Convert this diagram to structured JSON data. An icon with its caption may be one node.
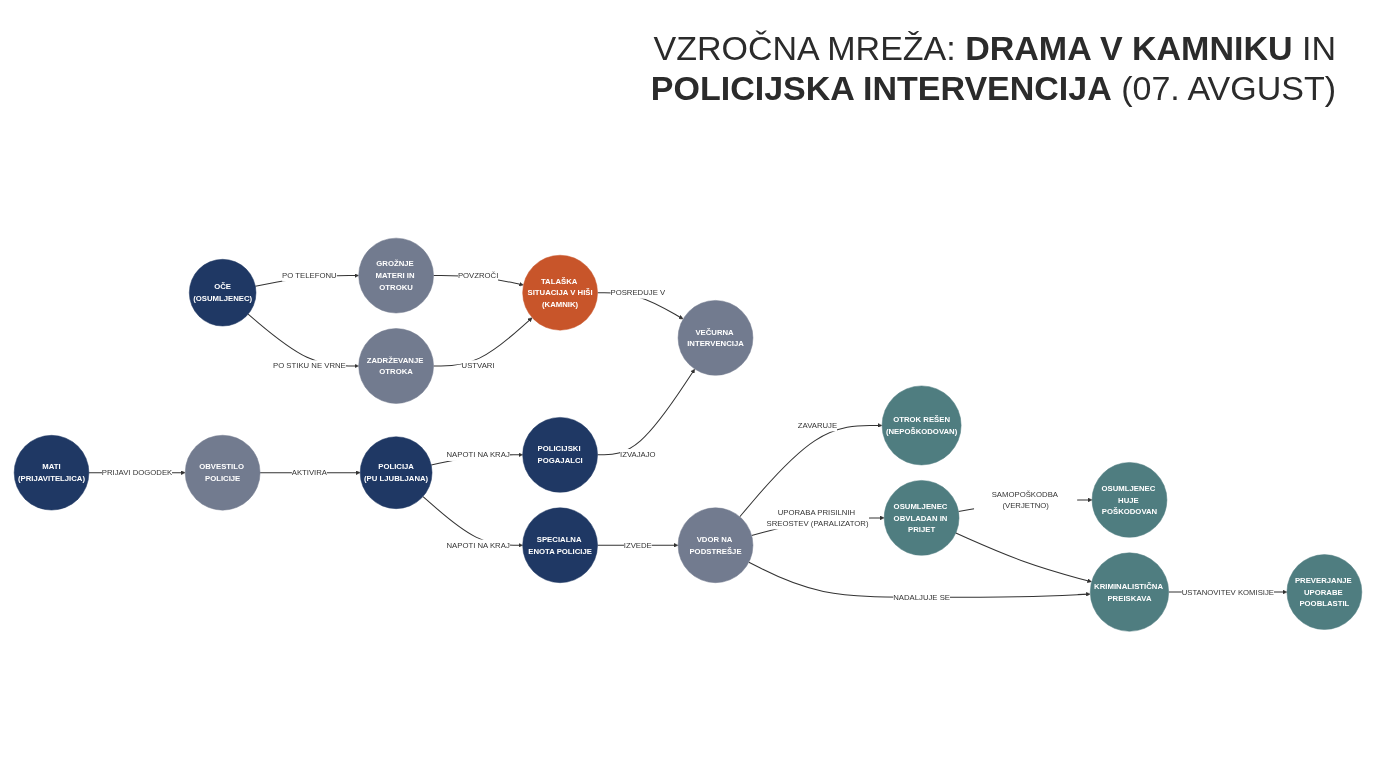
{
  "diagram": {
    "title": "VZROČNA MREŽA: **DRAMA V KAMNIKU** IN **POLICIJSKA INTERVENCIJA** (07. AVGUST)",
    "nodes": [
      {
        "text": [
          "OČE",
          "(OSUMLJENEC)"
        ]
      },
      {
        "text": [
          "GROŽNJE MATERI IN OTROKU"
        ]
      },
      {
        "text": [
          "ZADRŽEVANJE OTROKA"
        ]
      },
      {
        "text": [
          "TALAŠKA SITUACIJA V HIŠI",
          "(KAMNIK)"
        ]
      },
      {
        "text": [
          "VEČURNA INTERVENCIJA"
        ]
      },
      {
        "text": [
          "MATI",
          "(PRIJAVITELJICA)"
        ]
      },
      {
        "text": [
          "OBVESTILO POLICIJE"
        ]
      },
      {
        "text": [
          "POLICIJA",
          "(PU LJUBLJANA)"
        ]
      },
      {
        "text": [
          "POLICIJSKI POGAJALCI"
        ]
      },
      {
        "text": [
          "SPECIALNA ENOTA POLICIJE"
        ]
      },
      {
        "text": [
          "VDOR NA PODSTREŠJE"
        ]
      },
      {
        "text": [
          "OTROK REŠEN",
          "(NEPOŠKODOVAN)"
        ]
      },
      {
        "text": [
          "OSUMLJENEC OBVLADAN IN PRIJET"
        ]
      },
      {
        "text": [
          "OSUMLJENEC HUJE POŠKODOVAN"
        ]
      },
      {
        "text": [
          "KRIMINALISTIČNA PREISKAVA"
        ]
      },
      {
        "text": [
          "PREVERJANJE UPORABE POOBLASTIL"
        ]
      }
    ],
    "edges": [
      {
        "from": 0,
        "to": 1,
        "arrow": "to",
        "label": "PO TELEFONU"
      },
      {
        "from": 0,
        "to": 2,
        "arrow": "to",
        "label": "PO STIKU NE VRNE"
      },
      {
        "from": 1,
        "to": 3,
        "arrow": "to",
        "label": "POVZROČI"
      },
      {
        "from": 2,
        "to": 3,
        "arrow": "to",
        "label": "USTVARI"
      },
      {
        "from": 3,
        "to": 4,
        "arrow": "to",
        "label": "POSREDUJE V"
      },
      {
        "from": 5,
        "to": 6,
        "arrow": "to",
        "label": "PRIJAVI DOGODEK"
      },
      {
        "from": 6,
        "to": 7,
        "arrow": "to",
        "label": "AKTIVIRA"
      },
      {
        "from": 7,
        "to": 8,
        "arrow": "to",
        "label": "NAPOTI NA KRAJ"
      },
      {
        "from": 7,
        "to": 9,
        "arrow": "to",
        "label": "NAPOTI NA KRAJ"
      },
      {
        "from": 8,
        "to": 4,
        "arrow": "to",
        "label": "IZVAJAJO"
      },
      {
        "from": 9,
        "to": 10,
        "arrow": "to",
        "label": "IZVEDE"
      },
      {
        "from": 10,
        "to": 11,
        "arrow": "to",
        "label": "ZAVARUJE"
      },
      {
        "from": 10,
        "to": 12,
        "arrow": "to",
        "label": "UPORABA PRISILNIH SREOSTEV (PARALIZATOR)"
      },
      {
        "from": 10,
        "to": 14,
        "arrow": "to",
        "label": "NADALJUJE SE"
      },
      {
        "from": 12,
        "to": 13,
        "arrow": "to",
        "label": "SAMOPOŠKODBA (VERJETNO)"
      },
      {
        "from": 12,
        "to": 14,
        "arrow": "to"
      },
      {
        "from": 14,
        "to": 15,
        "arrow": "to",
        "label": "USTANOVITEV KOMISIJE"
      }
    ]
  }
}
